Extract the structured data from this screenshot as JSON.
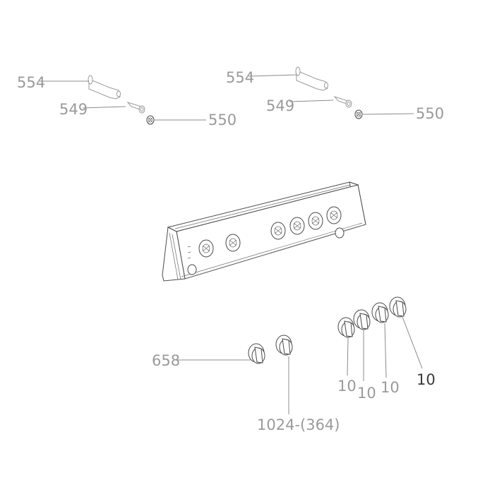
{
  "diagram": {
    "labels": {
      "l554a": "554",
      "l549a": "549",
      "l550a": "550",
      "l554b": "554",
      "l549b": "549",
      "l550b": "550",
      "l658": "658",
      "l1024": "1024-(364)",
      "l10a": "10",
      "l10b": "10",
      "l10c": "10",
      "l10d": "10"
    }
  }
}
